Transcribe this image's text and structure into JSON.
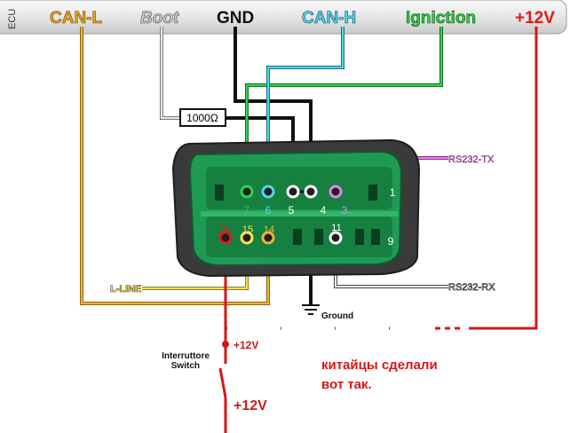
{
  "ecu": {
    "label": "ECU",
    "pins": [
      {
        "label": "CAN-L",
        "color": "#e8a21d"
      },
      {
        "label": "Boot",
        "color": "#b5b5b5"
      },
      {
        "label": "GND",
        "color": "#111111"
      },
      {
        "label": "CAN-H",
        "color": "#2fb6d0"
      },
      {
        "label": "Igniction",
        "color": "#27c23a"
      },
      {
        "label": "+12V",
        "color": "#e01a1a"
      }
    ]
  },
  "resistor": {
    "label": "1000Ω"
  },
  "connector": {
    "pins_top": [
      "7",
      "6",
      "5",
      "4",
      "3",
      "1"
    ],
    "pins_bottom": [
      "16",
      "15",
      "14",
      "11",
      "9"
    ]
  },
  "lines": {
    "rs232_tx": "RS232-TX",
    "rs232_rx": "RS232-RX",
    "l_line": "L-LINE",
    "ground": "Ground"
  },
  "switch": {
    "label_line1": "Interruttore",
    "label_line2": "Switch",
    "voltage_top": "+12V",
    "voltage_bottom": "+12V"
  },
  "note": {
    "line1": "китайцы сделали",
    "line2": "вот так."
  }
}
